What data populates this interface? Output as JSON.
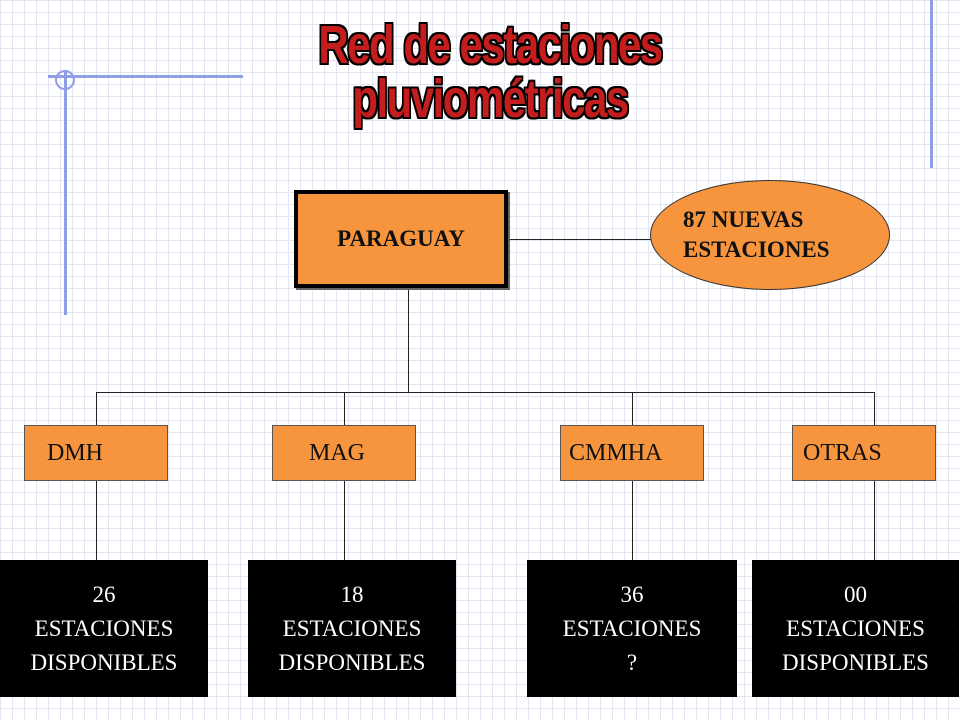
{
  "title": "Red de estaciones pluviométricas",
  "root": {
    "label": "PARAGUAY"
  },
  "new_stations": {
    "line1": "87 NUEVAS",
    "line2": "ESTACIONES"
  },
  "colors": {
    "box_fill": "#f7943e",
    "title": "#c41d1d",
    "station_fill": "#000000",
    "decor": "#8f9fe6"
  },
  "organizations": [
    {
      "label": "DMH",
      "stations": [
        "26",
        "ESTACIONES",
        "DISPONIBLES"
      ]
    },
    {
      "label": "MAG",
      "stations": [
        "18",
        "ESTACIONES",
        "DISPONIBLES"
      ]
    },
    {
      "label": "CMMHA",
      "stations": [
        "36",
        "ESTACIONES",
        "?"
      ]
    },
    {
      "label": "OTRAS",
      "stations": [
        "00",
        "ESTACIONES",
        "DISPONIBLES"
      ]
    }
  ]
}
